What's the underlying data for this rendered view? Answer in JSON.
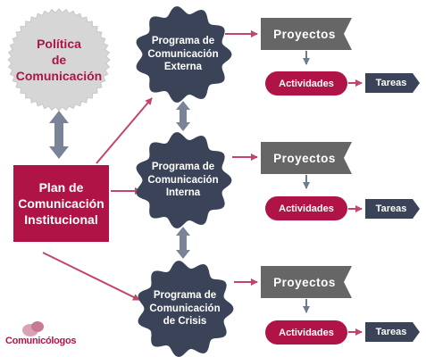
{
  "policy": {
    "lines": [
      "Política",
      "de",
      "Comunicación"
    ]
  },
  "plan": {
    "lines": [
      "Plan de",
      "Comunicación",
      "Institucional"
    ]
  },
  "programs": [
    {
      "lines": [
        "Programa de",
        "Comunicación",
        "Externa"
      ]
    },
    {
      "lines": [
        "Programa de",
        "Comunicación",
        "Interna"
      ]
    },
    {
      "lines": [
        "Programa de",
        "Comunicación",
        "de Crisis"
      ]
    }
  ],
  "rows": [
    {
      "proyectos": "Proyectos",
      "actividades": "Actividades",
      "tareas": "Tareas"
    },
    {
      "proyectos": "Proyectos",
      "actividades": "Actividades",
      "tareas": "Tareas"
    },
    {
      "proyectos": "Proyectos",
      "actividades": "Actividades",
      "tareas": "Tareas"
    }
  ],
  "logo": {
    "text": "Comunicólogos"
  },
  "colors": {
    "crimson": "#b01446",
    "navy": "#3a4358",
    "gray": "#6b6b6b",
    "seal": "#d6d6d6",
    "connector": "#6e7a90"
  }
}
